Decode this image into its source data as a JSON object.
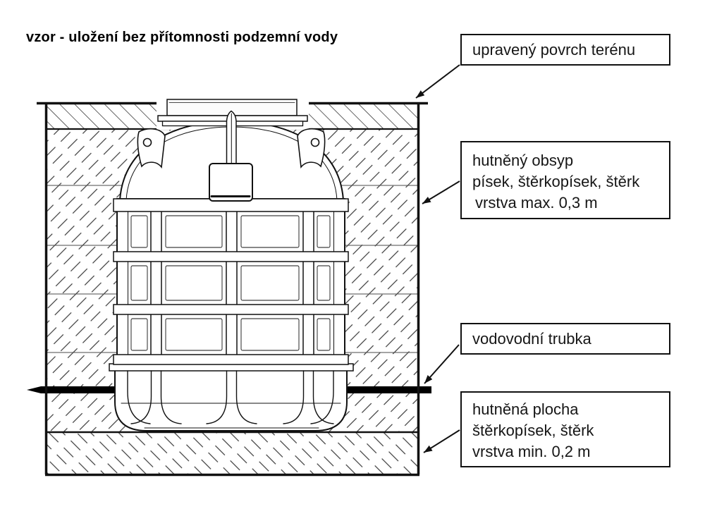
{
  "title": "vzor - uložení bez přítomnosti podzemní vody",
  "callouts": [
    {
      "id": "surface",
      "lines": [
        "upravený povrch terénu"
      ]
    },
    {
      "id": "backfill",
      "lines": [
        "hutněný obsyp",
        "písek, štěrkopísek, štěrk",
        "vrstva max. 0,3 m"
      ]
    },
    {
      "id": "pipe",
      "lines": [
        "vodovodní trubka"
      ]
    },
    {
      "id": "bedding",
      "lines": [
        "hutněná plocha",
        "štěrkopísek, štěrk",
        "vrstva min. 0,2 m"
      ]
    }
  ],
  "colors": {
    "line": "#111111",
    "pipe": "#000000",
    "background": "#ffffff"
  }
}
